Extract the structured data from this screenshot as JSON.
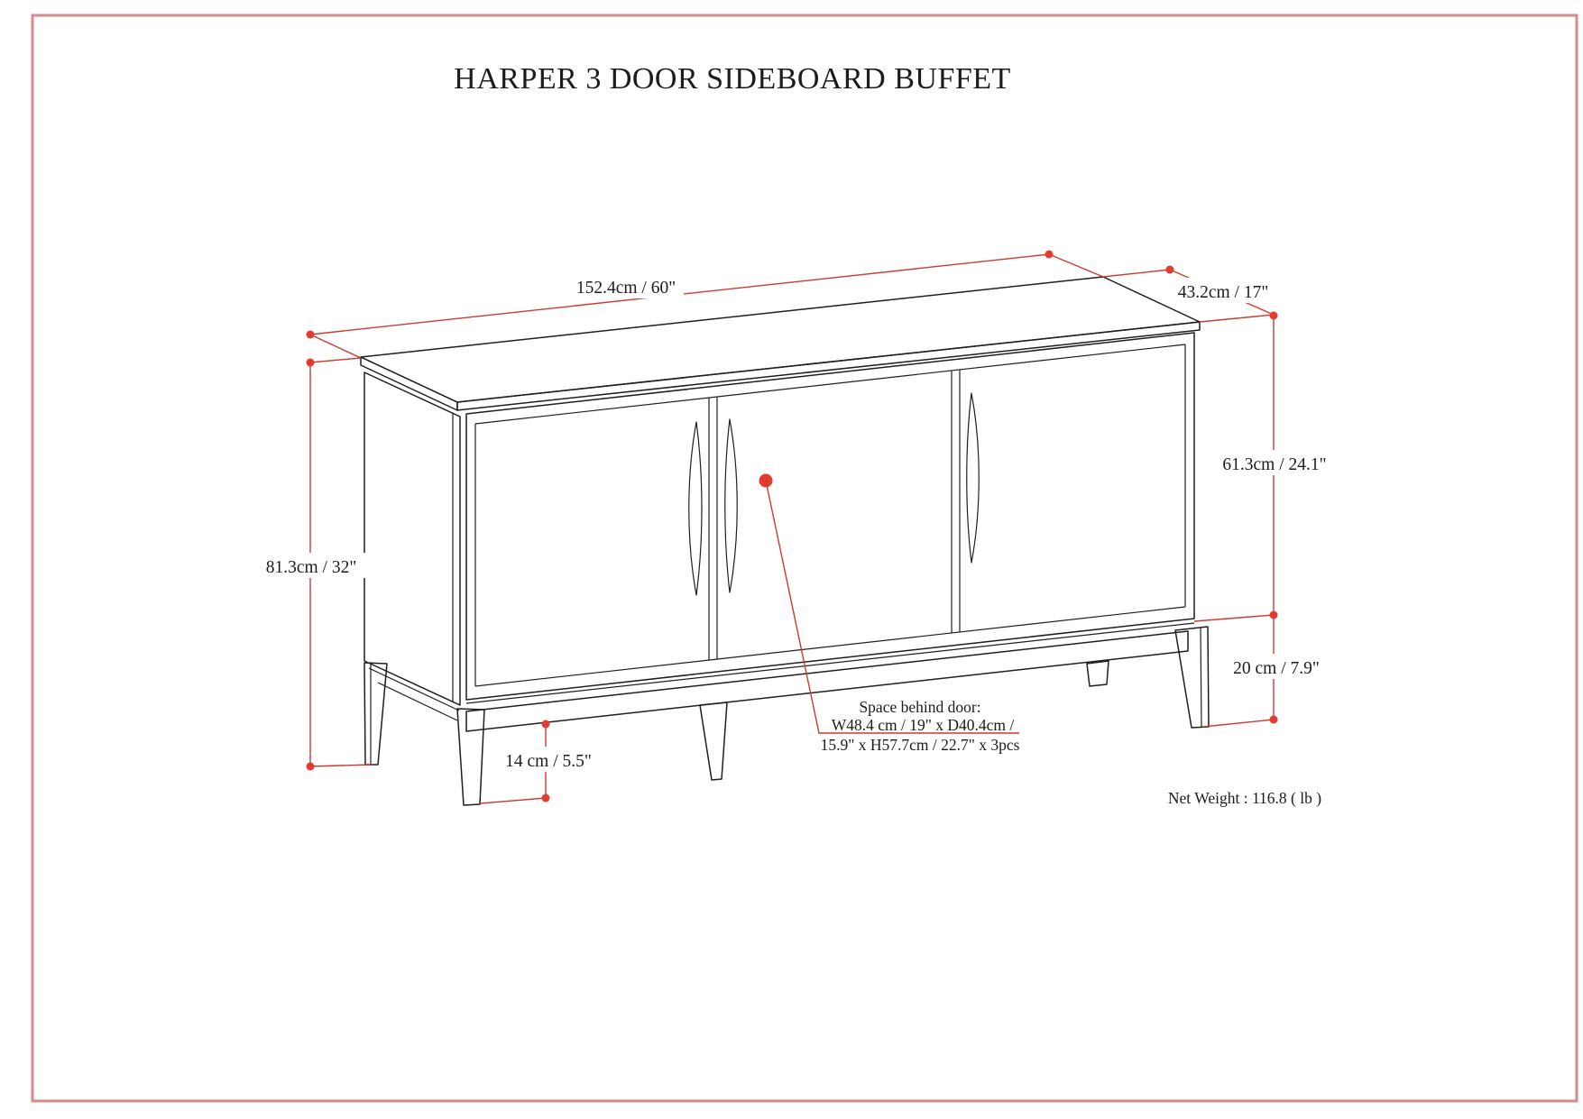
{
  "page": {
    "title": "HARPER 3 DOOR SIDEBOARD BUFFET"
  },
  "dimensions": {
    "width": "152.4cm / 60\"",
    "depth": "43.2cm / 17\"",
    "upper_height": "61.3cm / 24.1\"",
    "total_height": "81.3cm / 32\"",
    "base_height": "20 cm / 7.9\"",
    "leg_height": "14 cm / 5.5\""
  },
  "space_behind_door": {
    "line1": "Space behind door:",
    "line2": "W48.4 cm / 19\" x D40.4cm /",
    "line3": "15.9\" x H57.7cm / 22.7\" x 3pcs"
  },
  "net_weight": "Net Weight : 116.8 ( lb )",
  "colors": {
    "accent_red": "#cc3b31",
    "dot_red": "#e53b2e",
    "border_pink": "#d68a8a",
    "line_black": "#1f1f1f"
  }
}
